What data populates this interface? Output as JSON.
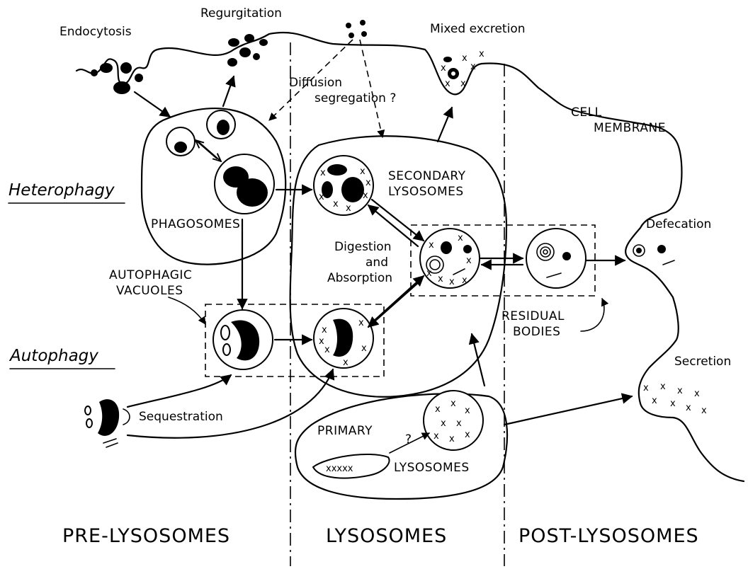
{
  "labels": {
    "endocytosis": "Endocytosis",
    "regurgitation": "Regurgitation",
    "mixed_excretion": "Mixed excretion",
    "diffusion_line1": "Diffusion",
    "diffusion_line2": "segregation ?",
    "cell_line1": "CELL",
    "cell_line2": "MEMBRANE",
    "heterophagy": "Heterophagy",
    "autophagy": "Autophagy",
    "phagosomes": "PHAGOSOMES",
    "secondary_line1": "SECONDARY",
    "secondary_line2": "LYSOSOMES",
    "digestion_line1": "Digestion",
    "digestion_line2": "and",
    "digestion_line3": "Absorption",
    "defecation": "Defecation",
    "autophagic_line1": "AUTOPHAGIC",
    "autophagic_line2": "VACUOLES",
    "residual_line1": "RESIDUAL",
    "residual_line2": "BODIES",
    "secretion": "Secretion",
    "sequestration": "Sequestration",
    "primary": "PRIMARY",
    "question": "?",
    "lysosomes_small": "LYSOSOMES"
  },
  "sections": {
    "pre": "PRE-LYSOSOMES",
    "lyso": "LYSOSOMES",
    "post": "POST-LYSOSOMES"
  },
  "colors": {
    "ink": "#000000",
    "paper": "#ffffff"
  }
}
